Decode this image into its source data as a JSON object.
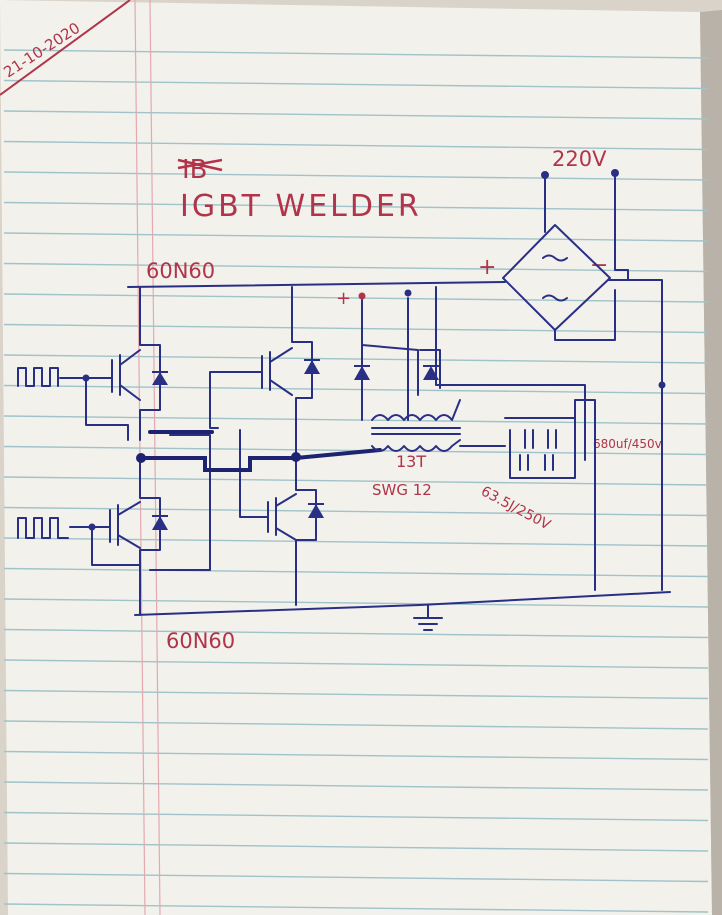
{
  "notebook": {
    "date": "21-10-2020",
    "title_struck": "IB",
    "title": "IGBT WELDER"
  },
  "labels": {
    "top_igbt": "60N60",
    "bottom_igbt": "60N60",
    "mains_voltage": "220V",
    "bridge_plus": "+",
    "bridge_minus": "−",
    "output_plus": "+",
    "transformer_turns": "13T",
    "wire_gauge": "SWG 12",
    "bus_capacitor": "680uf/450v",
    "resonant_capacitor": "63.5J/250V"
  },
  "colors": {
    "paper": "#f3f1ec",
    "ink_blue": "#2a2f86",
    "ink_red": "#b0344a",
    "ruled_line": "#9fc3c9",
    "margin_line": "#e3a9b0"
  }
}
